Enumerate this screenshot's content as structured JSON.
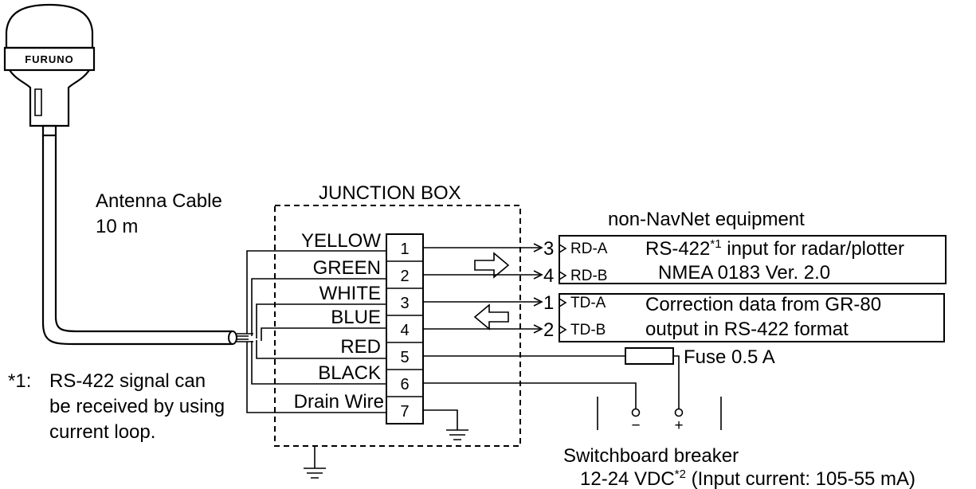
{
  "antenna": {
    "brand": "FURUNO"
  },
  "cable": {
    "label_line1": "Antenna Cable",
    "label_line2": "10 m"
  },
  "junction_box": {
    "title": "JUNCTION BOX",
    "terminals": [
      "1",
      "2",
      "3",
      "4",
      "5",
      "6",
      "7"
    ],
    "wires": [
      "YELLOW",
      "GREEN",
      "WHITE",
      "BLUE",
      "RED",
      "BLACK",
      "Drain Wire"
    ]
  },
  "equipment": {
    "title": "non-NavNet equipment",
    "pins": [
      {
        "num": "3",
        "sig": "RD-A"
      },
      {
        "num": "4",
        "sig": "RD-B"
      },
      {
        "num": "1",
        "sig": "TD-A"
      },
      {
        "num": "2",
        "sig": "TD-B"
      }
    ],
    "input_desc_main": "RS-422",
    "input_desc_sup": "*1",
    "input_desc_rest": " input for radar/plotter",
    "input_desc2": "NMEA 0183 Ver. 2.0",
    "output_desc1": "Correction data from GR-80",
    "output_desc2": "output in RS-422 format"
  },
  "fuse": {
    "label": "Fuse 0.5 A"
  },
  "power": {
    "breaker_label": "Switchboard breaker",
    "minus": "−",
    "plus": "+",
    "voltage_main": "12-24 VDC",
    "voltage_sup": "*2",
    "voltage_rest": " (Input current: 105-55 mA)"
  },
  "note": {
    "mark": "*1:",
    "line1": "RS-422 signal can",
    "line2": "be received by using",
    "line3": "current loop."
  }
}
